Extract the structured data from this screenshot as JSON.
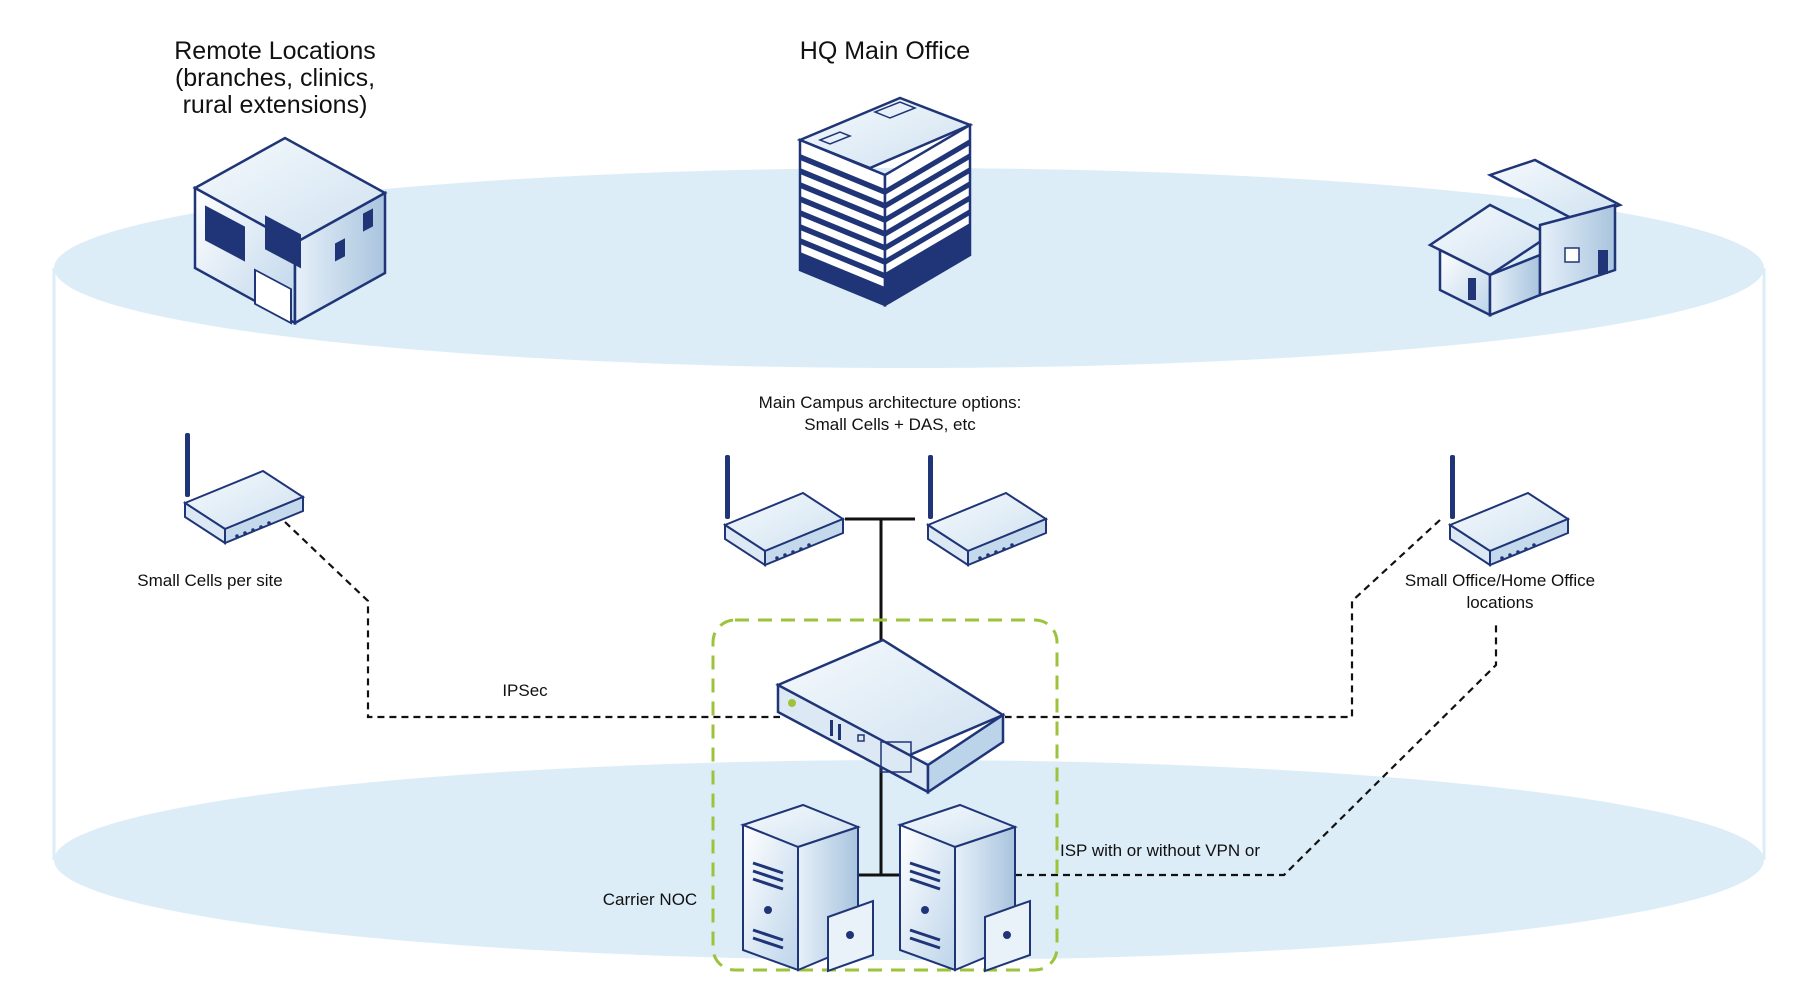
{
  "titles": {
    "remote_locations": "Remote Locations\n(branches, clinics,\nrural extensions)",
    "hq_main_office": "HQ Main Office"
  },
  "labels": {
    "main_campus": "Main Campus architecture options:\nSmall Cells + DAS, etc",
    "small_cells_per_site": "Small Cells per site",
    "soho": "Small Office/Home Office\nlocations",
    "ipsec": "IPSec",
    "isp": "ISP with or without VPN or",
    "carrier_noc": "Carrier NOC"
  },
  "colors": {
    "disk_fill": "#dcedf8",
    "navy": "#1f3577",
    "box_light": "#eef5fb",
    "box_mid": "#c8dced",
    "green_dash": "#9dc23b",
    "line": "#111111"
  },
  "icons": [
    "office-building-icon",
    "skyscraper-icon",
    "house-icon",
    "wireless-access-point-icon",
    "rack-gateway-icon",
    "server-tower-icon"
  ]
}
